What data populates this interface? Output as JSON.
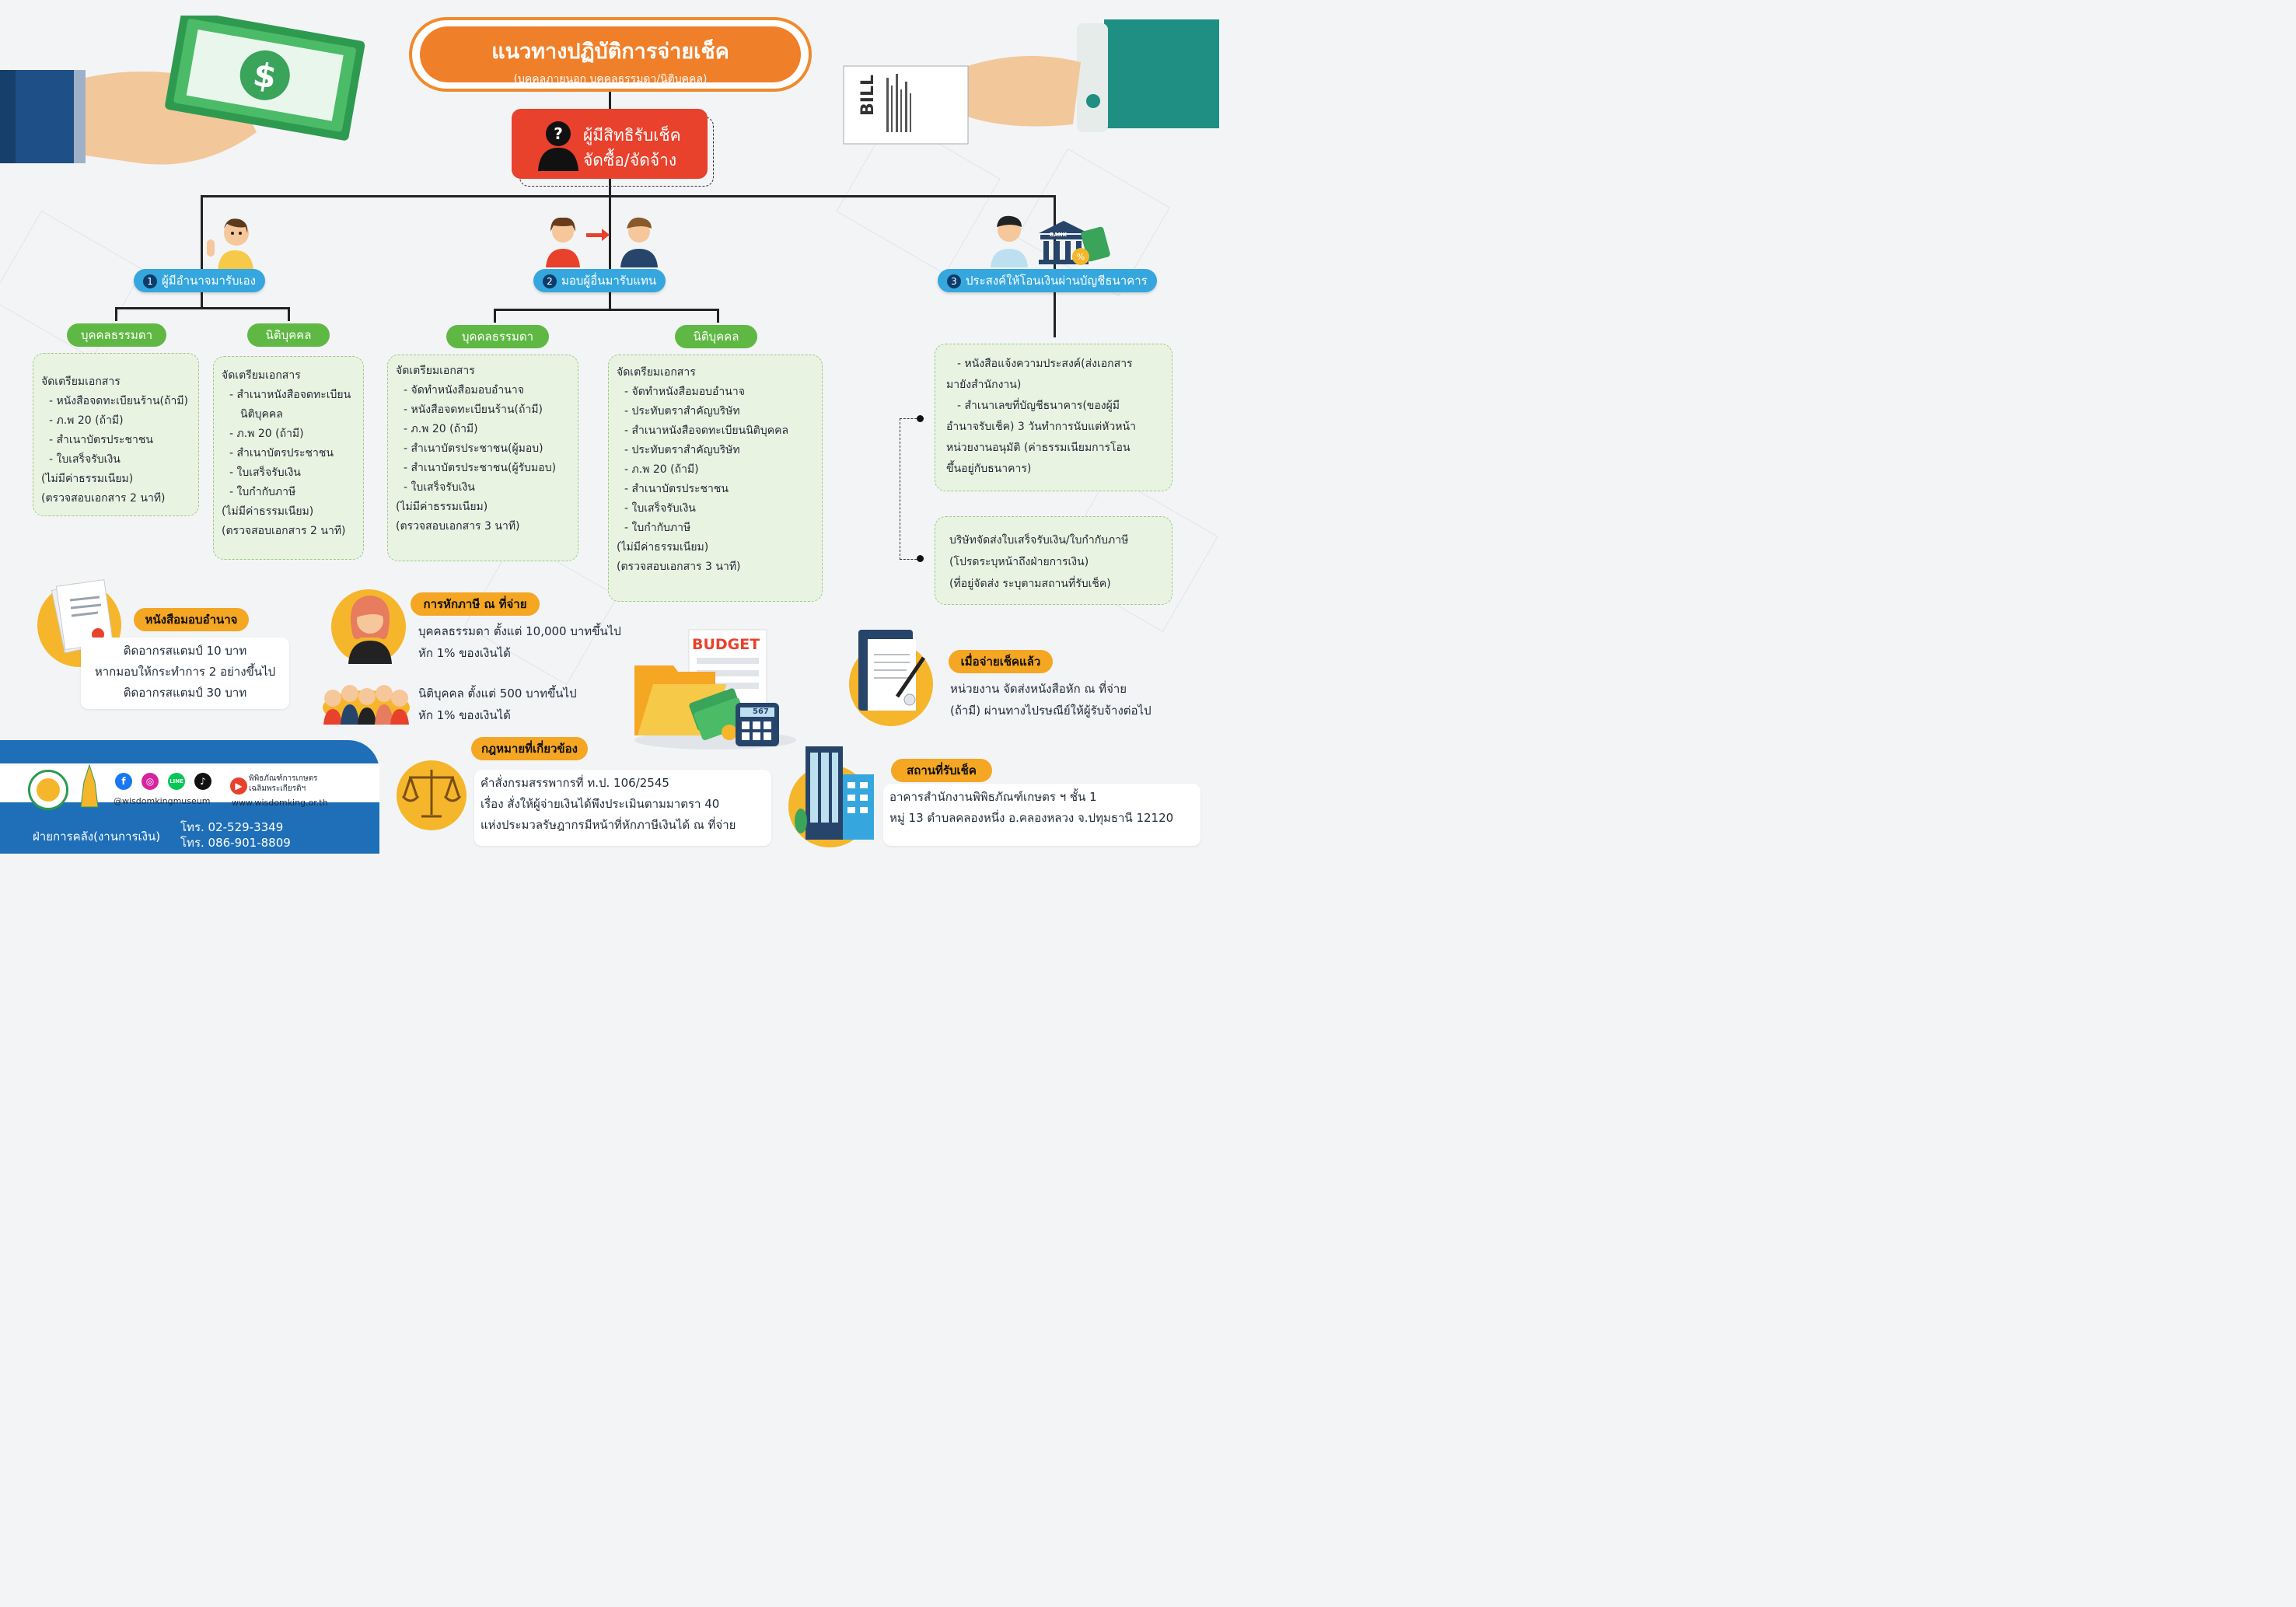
{
  "title": {
    "main": "แนวทางปฏิบัติการจ่ายเช็ค",
    "sub": "(บุคคลภายนอก บุคคลธรรมดา/นิติบุคคล)"
  },
  "recipient": {
    "line1": "ผู้มีสิทธิรับเช็ค",
    "line2": "จัดซื้อ/จัดจ้าง"
  },
  "bill_label": "BILL",
  "options": [
    {
      "number": "1",
      "label": "ผู้มีอำนาจมารับเอง"
    },
    {
      "number": "2",
      "label": "มอบผู้อื่นมารับแทน"
    },
    {
      "number": "3",
      "label": "ประสงค์ให้โอนเงินผ่านบัญชีธนาคาร"
    }
  ],
  "bank_label": "BANK",
  "groups": {
    "o1_person": "บุคคลธรรมดา",
    "o1_juristic": "นิติบุคคล",
    "o2_person": "บุคคลธรรมดา",
    "o2_juristic": "นิติบุคคล"
  },
  "cards": {
    "o1_person": {
      "heading": "จัดเตรียมเอกสาร",
      "items": [
        "- หนังสือจดทะเบียนร้าน(ถ้ามี)",
        "- ภ.พ 20 (ถ้ามี)",
        "- สำเนาบัตรประชาชน",
        "- ใบเสร็จรับเงิน"
      ],
      "note1": "(ไม่มีค่าธรรมเนียม)",
      "note2": "(ตรวจสอบเอกสาร 2 นาที)"
    },
    "o1_juristic": {
      "heading": "จัดเตรียมเอกสาร",
      "items": [
        "- สำเนาหนังสือจดทะเบียน",
        "  นิติบุคคล",
        "- ภ.พ 20 (ถ้ามี)",
        "- สำเนาบัตรประชาชน",
        "- ใบเสร็จรับเงิน",
        "- ใบกำกับภาษี"
      ],
      "note1": "(ไม่มีค่าธรรมเนียม)",
      "note2": "(ตรวจสอบเอกสาร 2 นาที)"
    },
    "o2_person": {
      "heading": "จัดเตรียมเอกสาร",
      "items": [
        "- จัดทำหนังสือมอบอำนาจ",
        "- หนังสือจดทะเบียนร้าน(ถ้ามี)",
        "- ภ.พ 20 (ถ้ามี)",
        "- สำเนาบัตรประชาชน(ผู้มอบ)",
        "- สำเนาบัตรประชาชน(ผู้รับมอบ)",
        "- ใบเสร็จรับเงิน"
      ],
      "note1": "(ไม่มีค่าธรรมเนียม)",
      "note2": "(ตรวจสอบเอกสาร 3 นาที)"
    },
    "o2_juristic": {
      "heading": "จัดเตรียมเอกสาร",
      "items": [
        "- จัดทำหนังสือมอบอำนาจ",
        "- ประทับตราสำคัญบริษัท",
        "- สำเนาหนังสือจดทะเบียนนิติบุคคล",
        "- ประทับตราสำคัญบริษัท",
        "- ภ.พ 20 (ถ้ามี)",
        "- สำเนาบัตรประชาชน",
        "- ใบเสร็จรับเงิน",
        "- ใบกำกับภาษี"
      ],
      "note1": "(ไม่มีค่าธรรมเนียม)",
      "note2": "(ตรวจสอบเอกสาร 3 นาที)"
    },
    "o3_transfer": {
      "lines": [
        "- หนังสือแจ้งความประสงค์(ส่งเอกสาร",
        "มายังสำนักงาน)",
        "- สำเนาเลขที่บัญชีธนาคาร(ของผู้มี",
        "อำนาจรับเช็ค) 3 วันทำการนับแต่หัวหน้า",
        "หน่วยงานอนุมัติ (ค่าธรรมเนียมการโอน",
        "ขึ้นอยู่กับธนาคาร)"
      ]
    },
    "o3_receipt": {
      "lines": [
        "บริษัทจัดส่งใบเสร็จรับเงิน/ใบกำกับภาษี",
        "(โปรดระบุหน้าถึงฝ่ายการเงิน)",
        "(ที่อยู่จัดส่ง ระบุตามสถานที่รับเช็ค)"
      ]
    }
  },
  "power_of_attorney": {
    "title": "หนังสือมอบอำนาจ",
    "lines": [
      "ติดอากรสแตมป์ 10 บาท",
      "หากมอบให้กระทำการ 2 อย่างขึ้นไป",
      "ติดอากรสแตมป์ 30 บาท"
    ]
  },
  "withholding": {
    "title": "การหักภาษี ณ ที่จ่าย",
    "person_lines": [
      "บุคคลธรรมดา ตั้งแต่ 10,000 บาทขึ้นไป",
      "หัก 1% ของเงินได้"
    ],
    "juristic_lines": [
      "นิติบุคคล ตั้งแต่ 500 บาทขึ้นไป",
      "หัก 1% ของเงินได้"
    ]
  },
  "budget_label": "BUDGET",
  "calculator_display": "567",
  "law": {
    "title": "กฎหมายที่เกี่ยวข้อง",
    "lines": [
      "คำสั่งกรมสรรพากรที่ ท.ป. 106/2545",
      "เรื่อง สั่งให้ผู้จ่ายเงินได้พึงประเมินตามมาตรา 40",
      "แห่งประมวลรัษฎากรมีหน้าที่หักภาษีเงินได้ ณ ที่จ่าย"
    ]
  },
  "after_payment": {
    "title": "เมื่อจ่ายเช็คแล้ว",
    "lines": [
      "หน่วยงาน จัดส่งหนังสือหัก ณ ที่จ่าย",
      "(ถ้ามี) ผ่านทางไปรษณีย์ให้ผู้รับจ้างต่อไป"
    ]
  },
  "pickup_location": {
    "title": "สถานที่รับเช็ค",
    "lines": [
      "อาคารสำนักงานพิพิธภัณฑ์เกษตร ฯ ชั้น 1",
      "หมู่ 13 ตำบลคลองหนึ่ง อ.คลองหลวง จ.ปทุมธานี 12120"
    ]
  },
  "footer": {
    "social_handle": "@wisdomkingmuseum",
    "museum_line1": "พิพิธภัณฑ์การเกษตร",
    "museum_line2": "เฉลิมพระเกียรติฯ",
    "website": "www.wisdomking.or.th",
    "department": "ฝ่ายการคลัง(งานการเงิน)",
    "phone1": "โทร. 02-529-3349",
    "phone2": "โทร. 086-901-8809",
    "social_icons": [
      "facebook-icon",
      "instagram-icon",
      "line-icon",
      "tiktok-icon",
      "youtube-icon"
    ]
  },
  "colors": {
    "orange": "#f07f29",
    "red": "#e8412c",
    "blue": "#35a7de",
    "green": "#5fb843",
    "yellow": "#f5a623",
    "footer_blue": "#1f6fb8"
  }
}
